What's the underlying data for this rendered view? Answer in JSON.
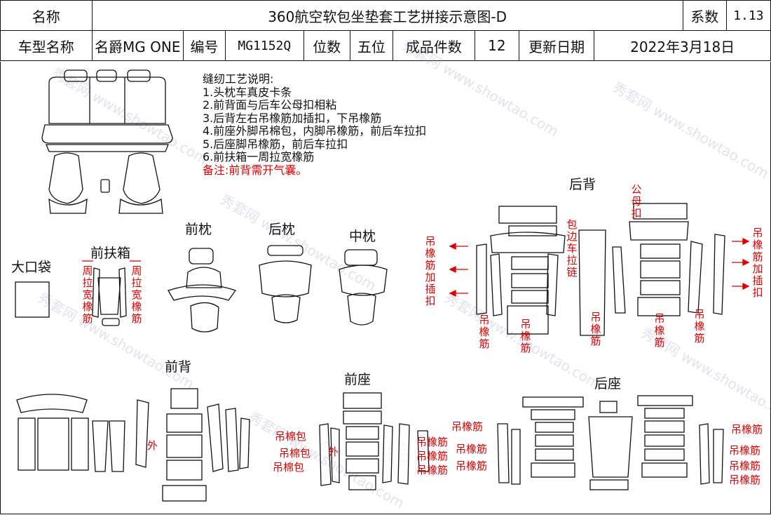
{
  "header": {
    "name_label": "名称",
    "title": "360航空软包坐垫套工艺拼接示意图-D",
    "coef_label": "系数",
    "coef_value": "1.13",
    "model_label": "车型名称",
    "model_value": "名爵MG ONE",
    "code_label": "编号",
    "code_value": "MG1152Q",
    "seats_label": "位数",
    "seats_value": "五位",
    "pieces_label": "成品件数",
    "pieces_value": "12",
    "date_label": "更新日期",
    "date_value": "2022年3月18日"
  },
  "notes": {
    "heading": "缝纫工艺说明:",
    "items": [
      "1.头枕车真皮卡条",
      "2.前背面与后车公母扣相粘",
      "3.后背左右吊橡筋加插扣，下吊橡筋",
      "4.前座外脚吊棉包，内脚吊橡筋，前后车拉扣",
      "5.后座脚吊橡筋，前后车拉扣",
      "6.前扶箱一周拉宽橡筋"
    ],
    "remark": "备注:前背需开气囊。"
  },
  "labels": {
    "big_pocket": "大口袋",
    "front_armrest": "前扶箱",
    "front_headrest": "前枕",
    "rear_headrest": "后枕",
    "middle_headrest": "中枕",
    "rear_back": "后背",
    "front_back": "前背",
    "front_seat": "前座",
    "rear_seat": "后座"
  },
  "annotations": {
    "armrest_left": "周拉宽橡筋",
    "armrest_right": "周拉宽橡筋",
    "rb_left_hang": "吊橡筋加插扣",
    "rb_right_hang": "吊橡筋加插扣",
    "rb_edge_zip": "包边车拉链",
    "rb_male_female": "公母扣",
    "rb_bottom_1": "吊橡筋",
    "rb_bottom_2": "吊橡筋",
    "rb_bottom_3": "吊橡筋",
    "rb_bottom_4": "吊橡筋",
    "rb_bottom_5": "吊橡筋",
    "fb_outer": "外",
    "fs_cotton_1": "吊棉包",
    "fs_cotton_2": "吊棉包",
    "fs_cotton_3": "吊棉包",
    "fs_outer": "外",
    "fs_rubber_1": "吊橡筋",
    "fs_rubber_2": "吊橡筋",
    "fs_rubber_3": "吊橡筋",
    "rs_rubber_1": "吊橡筋",
    "rs_rubber_2": "吊橡筋",
    "rs_rubber_3": "吊橡筋",
    "rs_rubber_4": "吊橡筋",
    "rs_rubber_5": "吊橡筋",
    "rs_rubber_6": "吊橡筋",
    "rs_rubber_7": "吊橡筋"
  },
  "watermark": "秀套网 www.showtao.com",
  "colors": {
    "annotation": "#e00000",
    "line": "#111111",
    "watermark": "#9696c8"
  }
}
